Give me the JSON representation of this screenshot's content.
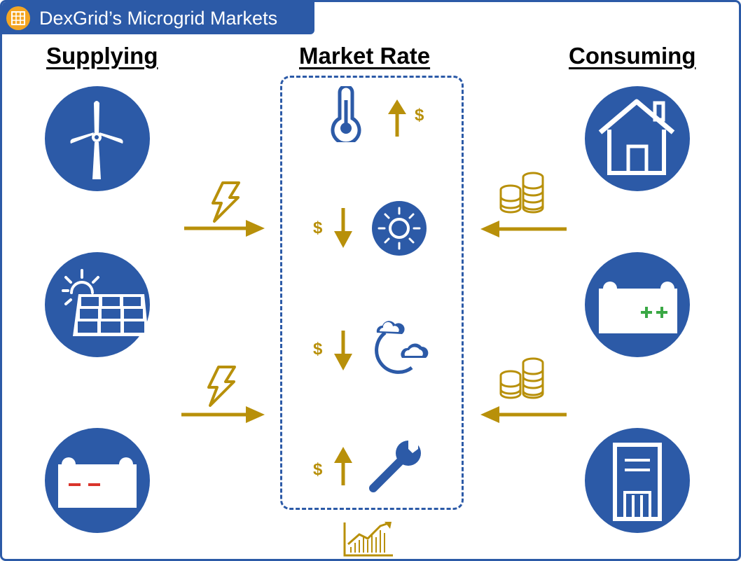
{
  "header": {
    "title": "DexGrid’s Microgrid Markets",
    "logo_icon": "grid-icon"
  },
  "columns": {
    "supplying": "Supplying",
    "market_rate": "Market Rate",
    "consuming": "Consuming"
  },
  "supply_sources": [
    "wind-turbine-icon",
    "solar-panel-icon",
    "battery-discharging-icon"
  ],
  "consumers": [
    "house-icon",
    "battery-charging-icon",
    "building-icon"
  ],
  "rate_factors": [
    {
      "icon": "thermometer-icon",
      "direction": "up",
      "currency": "$"
    },
    {
      "icon": "sun-icon",
      "direction": "down",
      "currency": "$"
    },
    {
      "icon": "clouds-icon",
      "direction": "down",
      "currency": "$"
    },
    {
      "icon": "wrench-icon",
      "direction": "up",
      "currency": "$"
    }
  ],
  "colors": {
    "blue": "#2c5aa7",
    "gold": "#b8900a",
    "green": "#3aa845",
    "red": "#d9342b",
    "orange": "#f4a623"
  }
}
